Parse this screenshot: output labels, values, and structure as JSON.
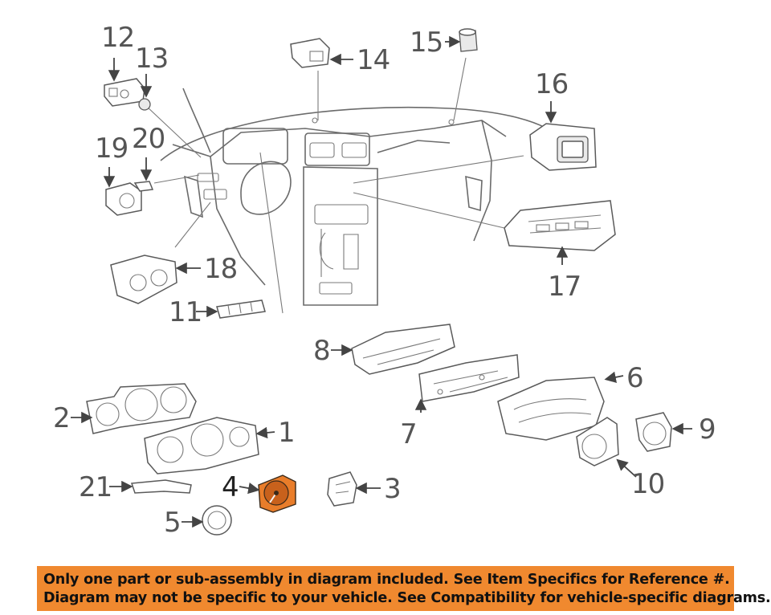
{
  "callouts": {
    "c1": "1",
    "c2": "2",
    "c3": "3",
    "c4": "4",
    "c5": "5",
    "c6": "6",
    "c7": "7",
    "c8": "8",
    "c9": "9",
    "c10": "10",
    "c11": "11",
    "c12": "12",
    "c13": "13",
    "c14": "14",
    "c15": "15",
    "c16": "16",
    "c17": "17",
    "c18": "18",
    "c19": "19",
    "c20": "20",
    "c21": "21"
  },
  "highlighted_part": "4",
  "highlight_color": "#e97d2a",
  "notice": {
    "line1": "Only one part or sub-assembly in diagram included. See Item Specifics for Reference #.",
    "line2": "Diagram may not be specific to your vehicle. See Compatibility for vehicle-specific diagrams.",
    "background": "#f0892f"
  }
}
